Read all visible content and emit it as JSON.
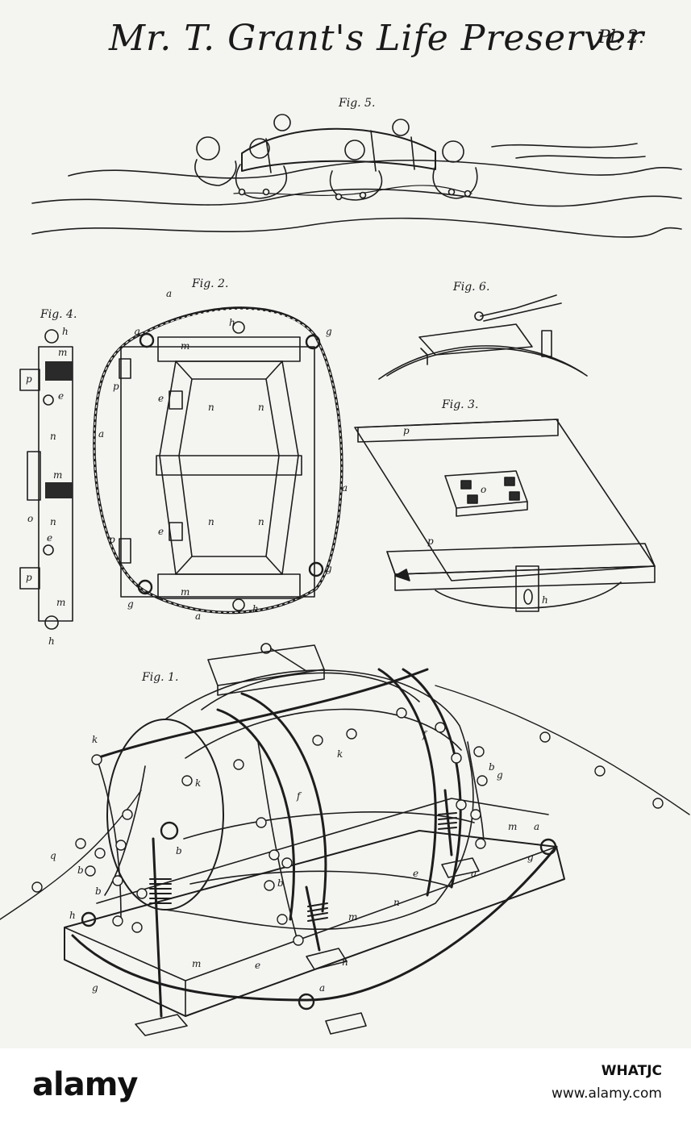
{
  "plate": {
    "title": "Mr. T. Grant's Life Preserver",
    "plate_number": "Pl. 2."
  },
  "figures": [
    {
      "id": "fig5",
      "label": "Fig. 5."
    },
    {
      "id": "fig2",
      "label": "Fig. 2."
    },
    {
      "id": "fig4",
      "label": "Fig. 4."
    },
    {
      "id": "fig6",
      "label": "Fig. 6."
    },
    {
      "id": "fig3",
      "label": "Fig. 3."
    },
    {
      "id": "fig1",
      "label": "Fig. 1."
    }
  ],
  "letters": {
    "fig2": [
      "a",
      "h",
      "g",
      "g",
      "m",
      "p",
      "e",
      "n",
      "n",
      "a",
      "a",
      "e",
      "n",
      "n",
      "p",
      "m",
      "g",
      "g",
      "a",
      "h"
    ],
    "fig4": [
      "h",
      "m",
      "p",
      "e",
      "n",
      "m",
      "o",
      "n",
      "e",
      "p",
      "m",
      "h"
    ],
    "fig3": [
      "p",
      "o",
      "p",
      "h"
    ],
    "fig1": [
      "k",
      "k",
      "k",
      "f",
      "f",
      "b",
      "m",
      "a",
      "g",
      "q",
      "b",
      "b",
      "b",
      "b",
      "g",
      "h",
      "m",
      "e",
      "n",
      "m",
      "n",
      "e",
      "a",
      "g",
      "a"
    ]
  },
  "footer": {
    "brand": "alamy",
    "image_id": "WHATJC",
    "url": "www.alamy.com"
  }
}
